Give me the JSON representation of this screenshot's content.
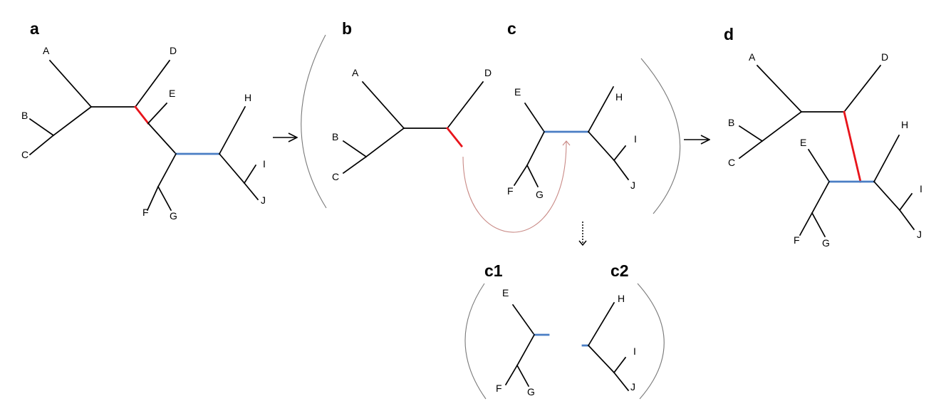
{
  "colors": {
    "edge": "#000000",
    "pruned_edge": "#e8141b",
    "regraft_edge": "#4a7ec4",
    "regraft_arc": "#c98a86",
    "parenthesis": "#7a7a7a"
  },
  "panels": {
    "a": {
      "label": "a",
      "leaves": {
        "A": "A",
        "B": "B",
        "C": "C",
        "D": "D",
        "E": "E",
        "F": "F",
        "G": "G",
        "H": "H",
        "I": "I",
        "J": "J"
      }
    },
    "b": {
      "label": "b",
      "leaves": {
        "A": "A",
        "B": "B",
        "C": "C",
        "D": "D"
      }
    },
    "c": {
      "label": "c",
      "leaves": {
        "E": "E",
        "F": "F",
        "G": "G",
        "H": "H",
        "I": "I",
        "J": "J"
      }
    },
    "d": {
      "label": "d",
      "leaves": {
        "A": "A",
        "B": "B",
        "C": "C",
        "D": "D",
        "E": "E",
        "F": "F",
        "G": "G",
        "H": "H",
        "I": "I",
        "J": "J"
      }
    },
    "c1": {
      "label": "c1",
      "leaves": {
        "E": "E",
        "F": "F",
        "G": "G"
      }
    },
    "c2": {
      "label": "c2",
      "leaves": {
        "H": "H",
        "I": "I",
        "J": "J"
      }
    }
  }
}
